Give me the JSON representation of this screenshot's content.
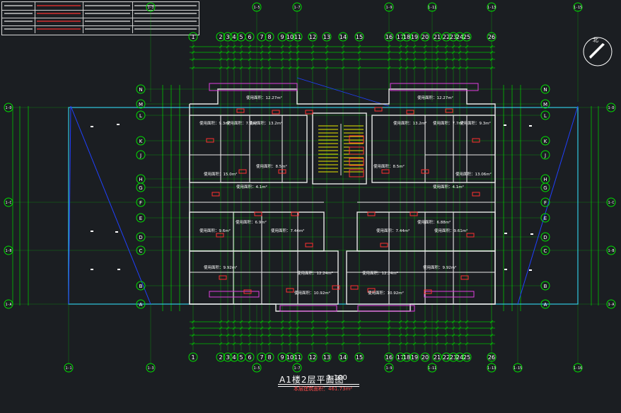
{
  "drawing": {
    "title": "A1楼2层平面图",
    "scale": "1:100",
    "area_note": "本层建筑面积：461.73m²",
    "north_arrow": "北",
    "colors": {
      "background": "#1b1e22",
      "axis": "#00e000",
      "wall": "#e8e8e8",
      "dimension": "#00c000",
      "text": "#ffffff",
      "accent_red": "#ff3030",
      "accent_magenta": "#e040e0",
      "accent_cyan": "#30c8e0",
      "accent_blue": "#2040ff",
      "accent_yellow": "#e8e800"
    },
    "top_axes": [
      "1",
      "2",
      "3",
      "4",
      "5",
      "6",
      "7",
      "8",
      "9",
      "10",
      "11",
      "12",
      "13",
      "14",
      "15",
      "16",
      "17",
      "18",
      "19",
      "20",
      "21",
      "22",
      "23",
      "24",
      "25",
      "26"
    ],
    "bottom_axes": [
      "1",
      "2",
      "3",
      "4",
      "5",
      "6",
      "7",
      "8",
      "9",
      "10",
      "11",
      "12",
      "13",
      "14",
      "15",
      "16",
      "17",
      "18",
      "19",
      "20",
      "21",
      "22",
      "23",
      "24",
      "25",
      "26"
    ],
    "left_axes": [
      "N",
      "M",
      "L",
      "K",
      "J",
      "H",
      "G",
      "F",
      "E",
      "D",
      "C",
      "B",
      "A"
    ],
    "right_axes": [
      "N",
      "M",
      "L",
      "K",
      "J",
      "H",
      "G",
      "F",
      "E",
      "D",
      "C",
      "B",
      "A"
    ],
    "outer_top_axes": [
      "1-3",
      "1-5",
      "1-7",
      "1-9",
      "1-11",
      "1-13",
      "1-15"
    ],
    "outer_bottom_axes": [
      "1-1",
      "1-3",
      "1-5",
      "1-7",
      "1-9",
      "1-11",
      "1-13",
      "1-15",
      "1-16"
    ],
    "outer_left_axes": [
      "1-D",
      "1-C",
      "1-B",
      "1-A"
    ],
    "outer_right_axes": [
      "1-D",
      "1-C",
      "1-B",
      "1-A"
    ],
    "room_labels": [
      "使用面积：12.27m²",
      "使用面积：12.27m²",
      "使用面积：9.3m²",
      "使用面积：7.7m²",
      "使用面积：13.2m²",
      "使用面积：13.2m²",
      "使用面积：7.7m²",
      "使用面积：9.3m²",
      "使用面积：8.5m²",
      "使用面积：8.5m²",
      "使用面积：15.0m²",
      "使用面积：13.06m²",
      "使用面积：4.1m²",
      "使用面积：4.1m²",
      "使用面积：9.6m²",
      "使用面积：6.9m²",
      "使用面积：7.44m²",
      "使用面积：7.44m²",
      "使用面积：6.88m²",
      "使用面积：9.61m²",
      "使用面积：9.92m²",
      "使用面积：12.24m²",
      "使用面积：12.24m²",
      "使用面积：9.92m²",
      "使用面积：10.92m²",
      "使用面积：10.92m²"
    ]
  }
}
